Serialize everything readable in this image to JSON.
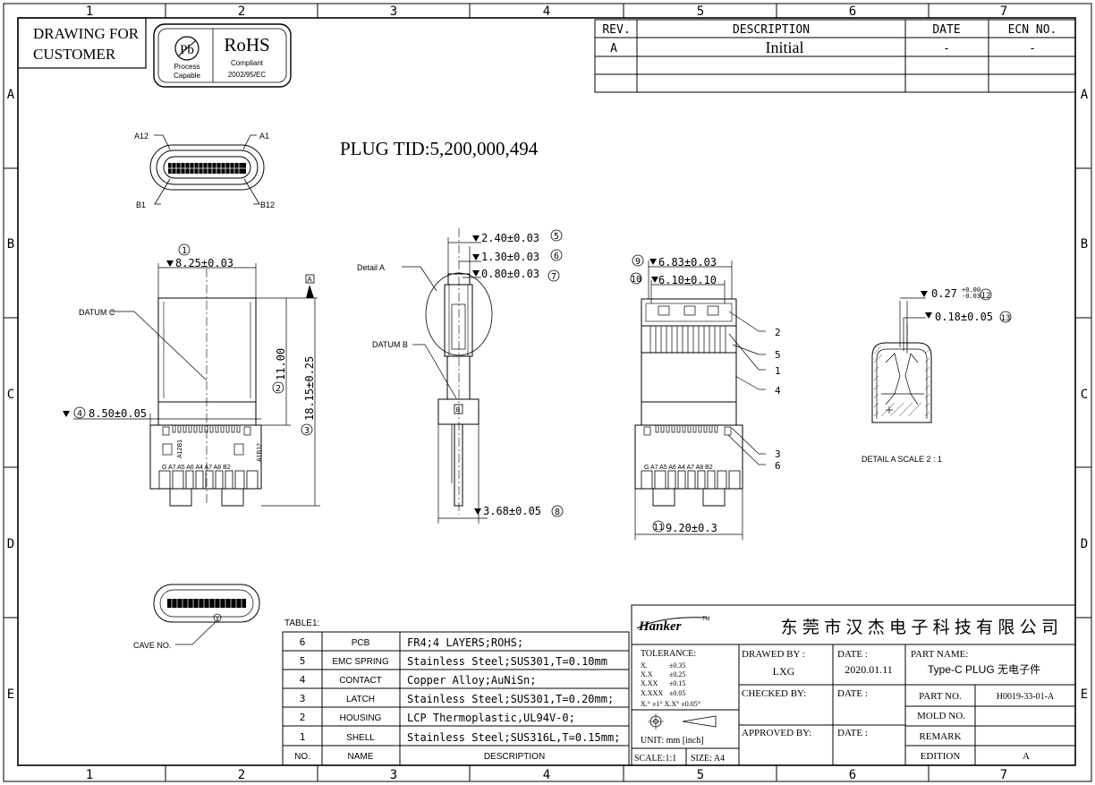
{
  "frame": {
    "columns": [
      "1",
      "2",
      "3",
      "4",
      "5",
      "6",
      "7"
    ],
    "rows": [
      "A",
      "B",
      "C",
      "D",
      "E"
    ]
  },
  "customer_box": {
    "line1": "DRAWING FOR",
    "line2": "CUSTOMER"
  },
  "pb_badge": {
    "symbol": "Pb",
    "line1": "Process",
    "line2": "Capable"
  },
  "rohs_badge": {
    "title": "RoHS",
    "line1": "Compliant",
    "line2": "2002/95/EC"
  },
  "revision_table": {
    "headers": [
      "REV.",
      "DESCRIPTION",
      "DATE",
      "ECN NO."
    ],
    "rows": [
      [
        "A",
        "Initial",
        "-",
        "-"
      ]
    ]
  },
  "plug_tid": "PLUG TID:5,200,000,494",
  "pin_labels": {
    "a12": "A12",
    "a1": "A1",
    "b1": "B1",
    "b12": "B12"
  },
  "front_view": {
    "dim1": "8.25±0.03",
    "dim1_no": "1",
    "dim4": "8.50±0.05",
    "dim4_no": "4",
    "dim2": "11.00",
    "dim2_no": "2",
    "dim3": "18.15±0.25",
    "dim3_no": "3",
    "datum_c": "DATUM C",
    "datum_a": "A",
    "pad_labels_top_left": "A12B1",
    "pad_labels_top_right": "A1B12",
    "pad_labels_bottom": "G A7 A5 A6 A4 A7 A8 B2"
  },
  "side_view": {
    "detail_a": "Detail A",
    "datum_b": "DATUM B",
    "datum_b_box": "B",
    "dim5": "2.40±0.03",
    "dim5_no": "5",
    "dim6": "1.30±0.03",
    "dim6_no": "6",
    "dim7": "0.80±0.03",
    "dim7_no": "7",
    "dim8": "3.68±0.05",
    "dim8_no": "8"
  },
  "section_view": {
    "dim9": "6.83±0.03",
    "dim9_no": "9",
    "dim10": "6.10±0.10",
    "dim10_no": "10",
    "dim11": "9.20±0.3",
    "dim11_no": "11",
    "callouts": [
      "2",
      "5",
      "1",
      "4",
      "3",
      "6"
    ],
    "pad_labels_bottom": "G A7 A5 A6 A4 A7 A8 B2"
  },
  "detail": {
    "dim12": "0.27",
    "dim12_tol_up": "+0.00",
    "dim12_tol_dn": "-0.03",
    "dim12_no": "12",
    "dim13": "0.18±0.05",
    "dim13_no": "13",
    "caption": "DETAIL A  SCALE 2 : 1"
  },
  "cave_no": "CAVE NO.",
  "cave_mark": "V",
  "bom": {
    "title": "TABLE1:",
    "headers": [
      "NO.",
      "NAME",
      "DESCRIPTION"
    ],
    "rows": [
      [
        "6",
        "PCB",
        "FR4;4 LAYERS;ROHS;"
      ],
      [
        "5",
        "EMC SPRING",
        "Stainless Steel;SUS301,T=0.10mm"
      ],
      [
        "4",
        "CONTACT",
        "Copper Alloy;AuNiSn;"
      ],
      [
        "3",
        "LATCH",
        "Stainless Steel;SUS301,T=0.20mm;"
      ],
      [
        "2",
        "HOUSING",
        "LCP Thermoplastic,UL94V-0;"
      ],
      [
        "1",
        "SHELL",
        "Stainless Steel;SUS316L,T=0.15mm;"
      ]
    ]
  },
  "title_block": {
    "logo": "Hanker",
    "logo_tm": "TM",
    "company": "东 莞 市 汉 杰 电 子 科 技 有 限 公 司",
    "tolerance_title": "TOLERANCE:",
    "tolerances": [
      [
        "X.",
        "±0.35"
      ],
      [
        "X.X",
        "±0.25"
      ],
      [
        "X.XX",
        "±0.15"
      ],
      [
        "X.XXX",
        "±0.05"
      ]
    ],
    "angle_tol": "X.° ±1°      X.X° ±0.05°",
    "unit": "UNIT: mm [inch]",
    "scale": "SCALE:1:1",
    "size": "SIZE: A4",
    "drawn_by_label": "DRAWED BY :",
    "drawn_by": "LXG",
    "date_label": "DATE :",
    "date": "2020.01.11",
    "checked_by_label": "CHECKED BY:",
    "approved_by_label": "APPROVED BY:",
    "part_name_label": "PART NAME:",
    "part_name": "Type-C PLUG 无电子件",
    "part_no_label": "PART NO.",
    "part_no": "H0019-33-01-A",
    "mold_no_label": "MOLD NO.",
    "remark_label": "REMARK",
    "edition_label": "EDITION",
    "edition": "A"
  }
}
